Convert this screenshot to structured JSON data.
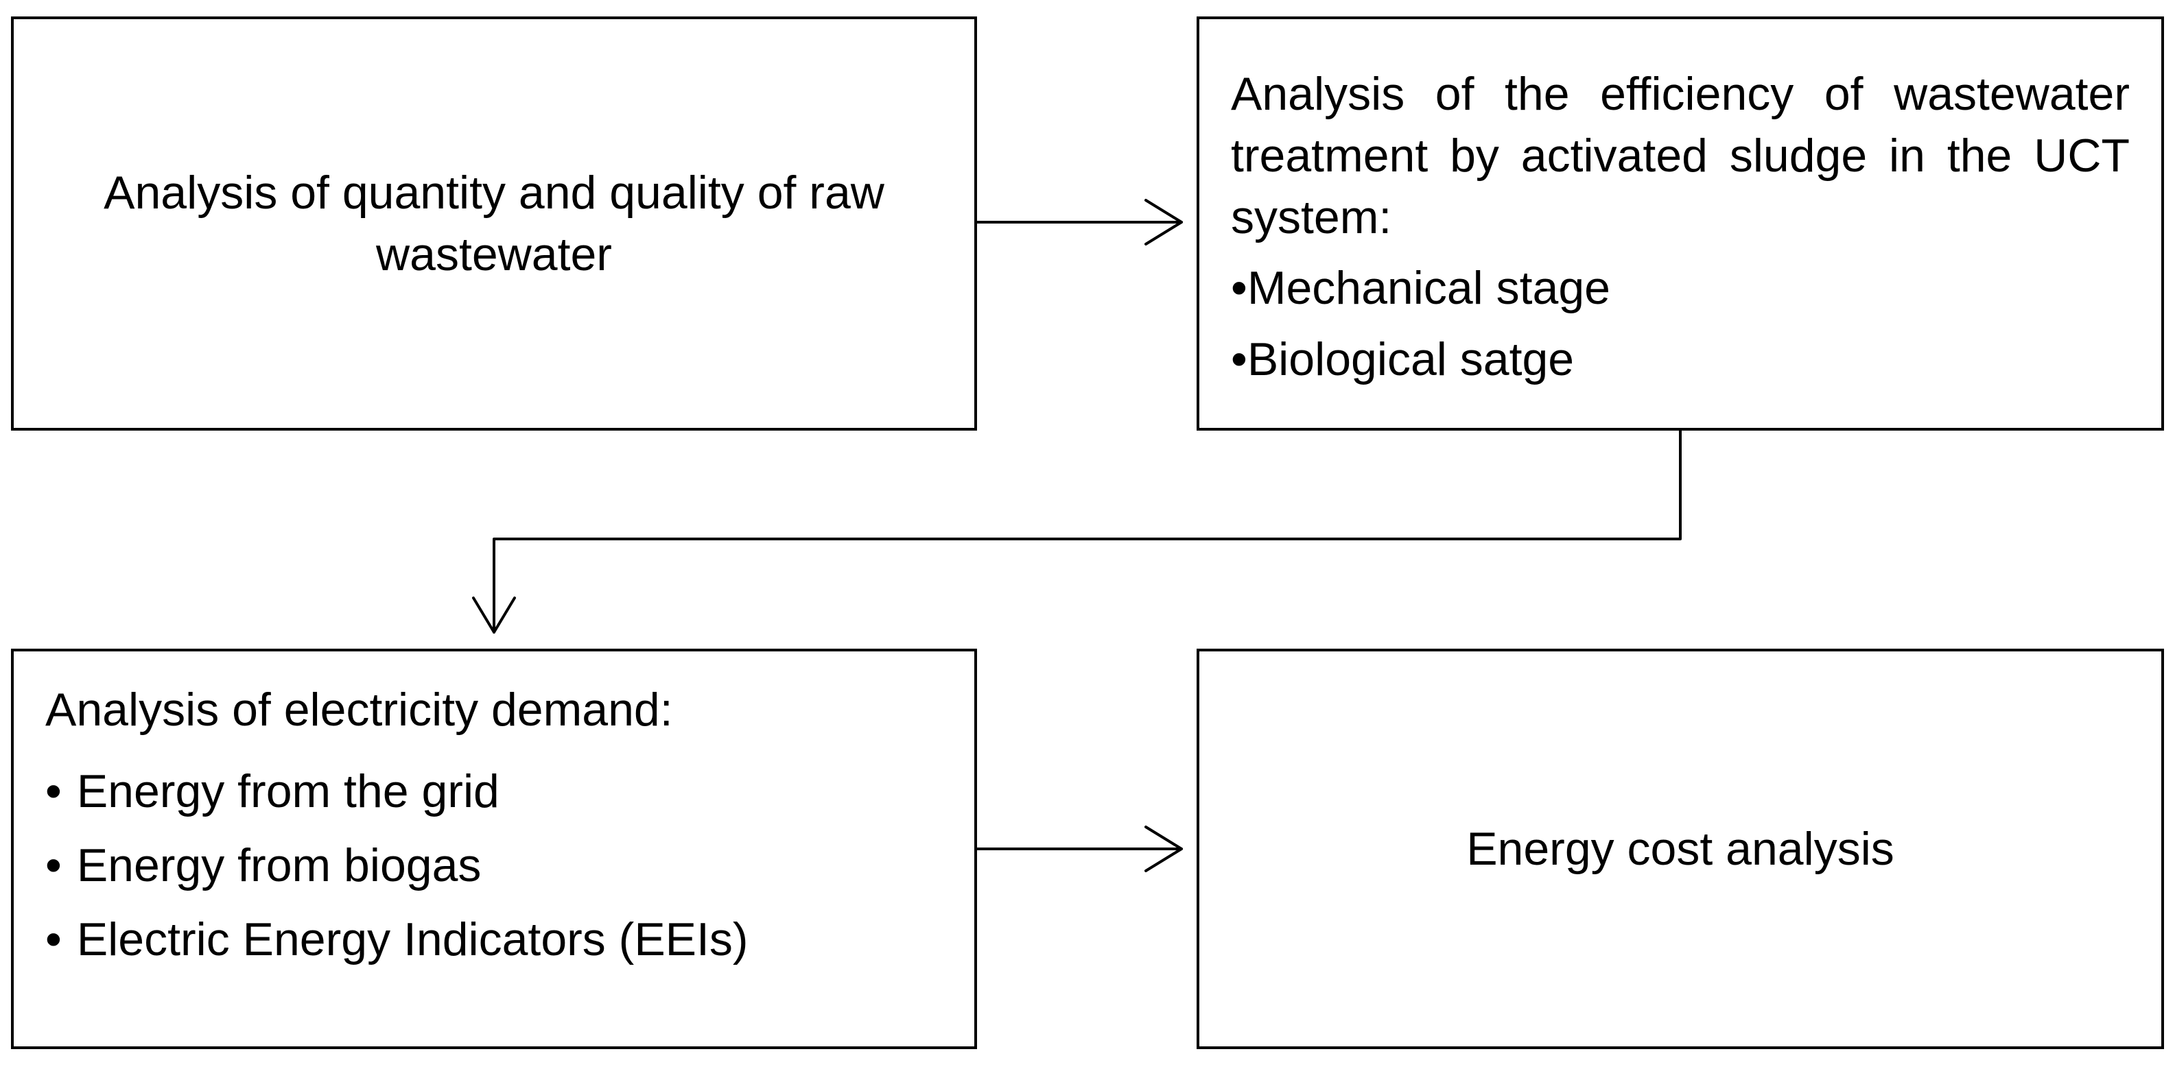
{
  "boxes": {
    "raw_wastewater": {
      "text": "Analysis of quantity and quality of raw wastewater"
    },
    "treatment_efficiency": {
      "title": "Analysis of the efficiency of wastewater treatment by activated sludge in the UCT system:",
      "bullet": "•",
      "items": [
        "Mechanical stage",
        "Biological satge"
      ]
    },
    "electricity_demand": {
      "title": "Analysis of electricity demand:",
      "bullet": "•",
      "items": [
        "Energy from the grid",
        "Energy from biogas",
        "Electric Energy Indicators (EEIs)"
      ]
    },
    "energy_cost": {
      "text": "Energy cost analysis"
    }
  },
  "colors": {
    "stroke": "#000000",
    "background": "#ffffff"
  }
}
